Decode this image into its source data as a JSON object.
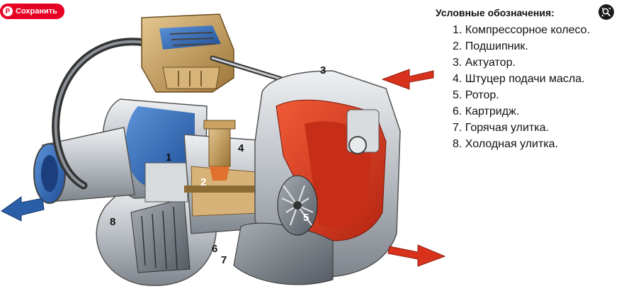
{
  "toolbar": {
    "save_label": "Сохранить"
  },
  "legend": {
    "title": "Условные обозначения:",
    "items": [
      "1. Компрессорное колесо.",
      "2. Подшипник.",
      "3. Актуатор.",
      "4. Штуцер подачи масла.",
      "5. Ротор.",
      "6. Картридж.",
      "7. Горячая улитка.",
      "8. Холодная улитка."
    ]
  },
  "callouts": [
    "1",
    "2",
    "3",
    "4",
    "5",
    "6",
    "7",
    "8"
  ],
  "colors": {
    "save_button": "#e60023",
    "hot_housing": "#d8361c",
    "cold_housing": "#2a62b0",
    "bronze": "#c49a56",
    "flow_arrow_hot": "#d8321c",
    "flow_arrow_cold": "#2a5fa8"
  }
}
